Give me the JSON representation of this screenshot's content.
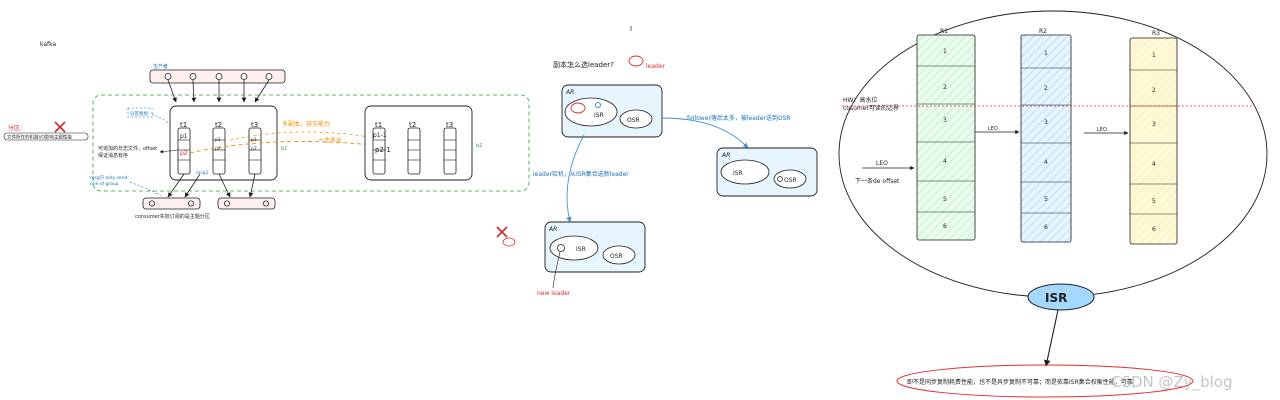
{
  "kafka_section": {
    "title": "kafka",
    "producer_label": "生产者",
    "partition_note": "分区:",
    "disk_note": "文件所在的机器I/O影响主题性能",
    "partition_ref": "分区规划",
    "log_note_line1": "可追加的日志文件，offset",
    "log_note_line2": "保证消息有序",
    "topics": [
      "t1",
      "t2",
      "t3"
    ],
    "partitions_t1": [
      "p1",
      "p2"
    ],
    "partitions_t2": [
      "p1",
      "p2"
    ],
    "partitions_t3": [
      "p1",
      "p2"
    ],
    "replica_topics": [
      "t1",
      "t2",
      "t3"
    ],
    "replica_partitions": [
      "p1-1",
      "p2-1"
    ],
    "broker1": "b1",
    "broker2": "b2",
    "multi_replica": "多副本，容灾能力",
    "one_master_multi_slave": "一主多从",
    "msg_label": "msg1",
    "one_group_line1": "msg只 only send",
    "one_group_line2": "one of group",
    "consumer_note": "consumer实际订阅的是主题分区"
  },
  "election_section": {
    "cursor_mark": "I",
    "question": "副本怎么选leader?",
    "leader_legend": "leader",
    "ar_label": "AR",
    "isr_label": "ISR",
    "osr_label": "OSR",
    "follower_note": "follower落后太多，被leader送到OSR",
    "crash_note": "leader宕机，从ISR集合选新leader",
    "new_leader": "new leader"
  },
  "replica_section": {
    "columns": [
      "R1",
      "R2",
      "R3"
    ],
    "cells_r1": [
      "1",
      "2",
      "3",
      "4",
      "5",
      "6"
    ],
    "cells_r2": [
      "1",
      "2",
      "3",
      "4",
      "5",
      "6"
    ],
    "cells_r3": [
      "1",
      "2",
      "3",
      "4",
      "5",
      "6"
    ],
    "hw_line1": "HW：高水位",
    "hw_line2": "cosumer可读的边界",
    "leo_label": "LEO",
    "leo_left": "LEO",
    "next_offset": "下一条de offset",
    "isr_badge": "ISR",
    "conclusion": "即不是同步复制耗费性能，也不是异步复制不可靠；而是依靠ISR集合权衡性能，可靠",
    "watermark": "CSDN @Zy_blog"
  },
  "colors": {
    "ink": "#1e1e1e",
    "blue": "#1971c2",
    "red": "#e03131",
    "orange": "#f08c00",
    "green": "#2f9e44",
    "r1_fill": "#ebfbee",
    "r2_fill": "#e7f5ff",
    "r3_fill": "#fff9db",
    "box_fill": "#e7f5ff",
    "pink_fill": "#fff0f0",
    "isr_badge_fill": "#a5d8ff"
  }
}
